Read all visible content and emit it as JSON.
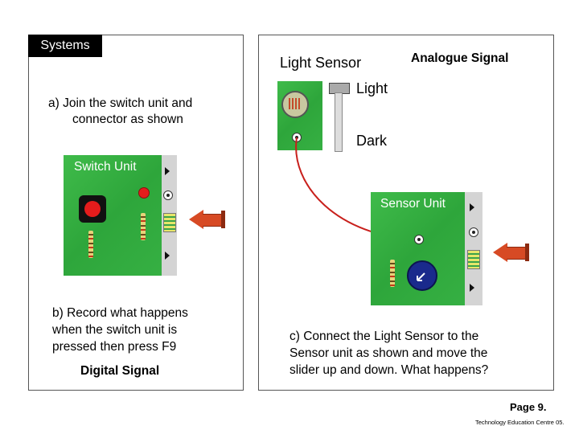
{
  "header": {
    "tab_label": "Systems"
  },
  "left_panel": {
    "step_a": [
      "a) Join the switch unit and",
      "connector as shown"
    ],
    "switch_unit": {
      "title": "Switch Unit"
    },
    "step_b": [
      "b) Record what happens",
      "when the switch unit is",
      "pressed then press F9"
    ],
    "signal_label": "Digital Signal"
  },
  "right_panel": {
    "light_sensor_title": "Light Sensor",
    "signal_label": "Analogue Signal",
    "slider_top_label": "Light",
    "slider_bottom_label": "Dark",
    "sensor_unit": {
      "title": "Sensor Unit"
    },
    "step_c": [
      "c) Connect the Light Sensor to the",
      "Sensor unit as shown and move the",
      "slider up and down. What happens?"
    ]
  },
  "footer": {
    "page": "Page 9.",
    "credit": "Technology Education Centre 05."
  },
  "colors": {
    "board_green": "#2ea63b",
    "arrow_red": "#d74a24",
    "wire_red": "#c8201c",
    "button_red": "#e51c1c",
    "sensor_blue": "#1a2a8c"
  },
  "icons": [
    "right-arrow-icon",
    "port-icon",
    "triangle-right-icon",
    "led-icon",
    "resistor-icon",
    "knob-icon",
    "ldr-icon"
  ]
}
